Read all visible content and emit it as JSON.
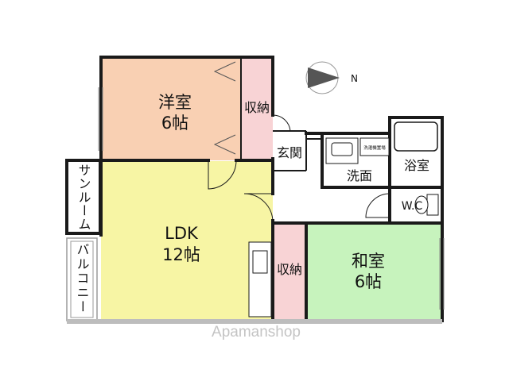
{
  "rooms": {
    "youshitsu": {
      "name": "洋室",
      "size": "6帖"
    },
    "ldk": {
      "name": "LDK",
      "size": "12帖"
    },
    "washitsu": {
      "name": "和室",
      "size": "6帖"
    },
    "storage_top": {
      "name": "収納"
    },
    "storage_bottom": {
      "name": "収納"
    },
    "genkan": {
      "name": "玄関"
    },
    "senmen": {
      "name": "洗面"
    },
    "yokushitsu": {
      "name": "浴室"
    },
    "wc": {
      "name": "W.C"
    },
    "sunroom": {
      "name": "サンルーム"
    },
    "balcony": {
      "name": "バルコニー"
    },
    "washer": {
      "name": "洗濯機置場"
    }
  },
  "compass": {
    "label": "N"
  },
  "brand": {
    "text": "Apamanshop"
  },
  "colors": {
    "youshitsu": "#f9d0b3",
    "ldk": "#f7f5a4",
    "washitsu": "#c7f3bd",
    "storage": "#f8d3d5",
    "wall": "#1a1a1a"
  }
}
